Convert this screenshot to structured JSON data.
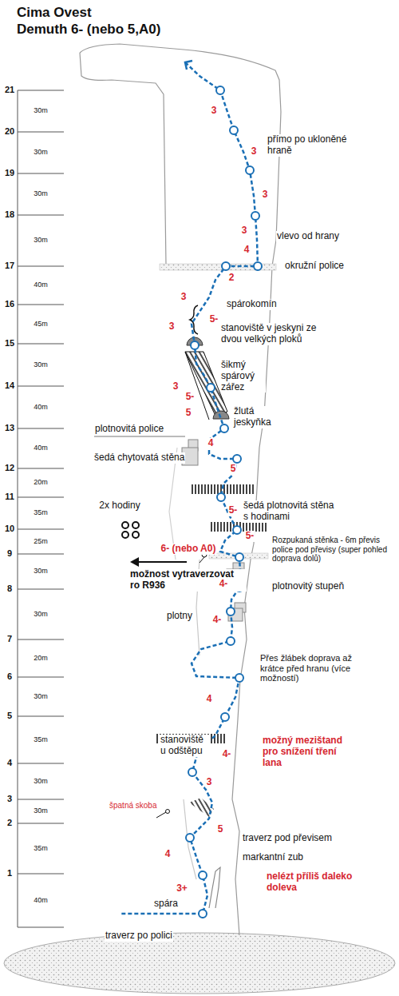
{
  "diagram": {
    "title": "Cima Ovest",
    "labels": [
      "Demuth 6- (nebo 5,A0)",
      "21",
      "30m",
      "20",
      "30m",
      "19",
      "30m",
      "18",
      "30m",
      "17",
      "40m",
      "16",
      "45m",
      "15",
      "30m",
      "14",
      "40m",
      "13",
      "40m",
      "12",
      "20m",
      "11",
      "35m",
      "10",
      "25m",
      "9",
      "30m",
      "8",
      "30m",
      "7",
      "20m",
      "6",
      "30m",
      "5",
      "35m",
      "4",
      "30m",
      "3",
      "30m",
      "2",
      "35m",
      "1",
      "40m",
      "3",
      "přímo po ukloněné hraně",
      "3",
      "3",
      "vlevo od hrany",
      "3",
      "4",
      "okružní police",
      "2",
      "3",
      "spárokomín",
      "5-",
      "stanoviště v jeskyni ze dvou velkých ploků",
      "3",
      "šikmý spárový zářez",
      "3",
      "5-",
      "5",
      "žlutá jeskyňka",
      "plotnovitá police",
      "4",
      "šedá chytovatá stěna",
      "5",
      "šedá plotnovitá stěna s hodinami",
      "2x hodiny",
      "5-",
      "5-",
      "Rozpukaná stěnka - 6m převis police pod převisy (super pohled doprava dolů)",
      "6- (nebo A0)",
      "možnost vytraverzovat ro R936",
      "4-",
      "plotnovitý stupeň",
      "plotny",
      "4-",
      "Přes žlábek doprava až krátce před hranu (více možností)",
      "4",
      "stanoviště u odštěpu",
      "možný mezištand pro snížení tření lana",
      "4-",
      "3",
      "špatná skoba",
      "5",
      "traverz pod převisem",
      "4",
      "markantní zub",
      "nelézt příliš daleko doleva",
      "3+",
      "spára",
      "traverz po polici"
    ]
  }
}
